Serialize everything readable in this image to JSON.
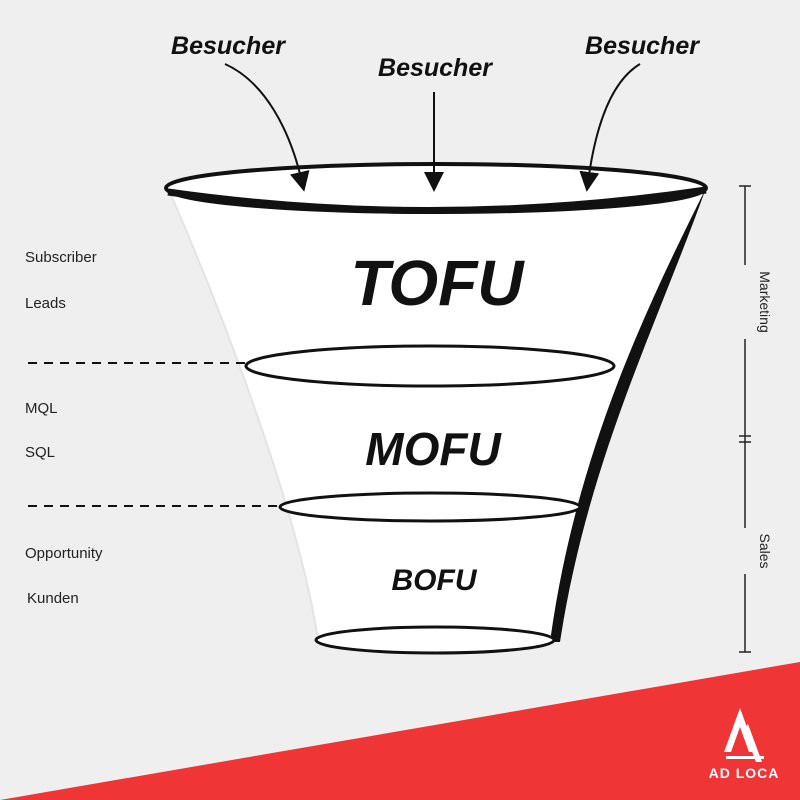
{
  "visitors": [
    "Besucher",
    "Besucher",
    "Besucher"
  ],
  "stages": {
    "tofu": "TOFU",
    "mofu": "MOFU",
    "bofu": "BOFU"
  },
  "left_labels": {
    "subscriber": "Subscriber",
    "leads": "Leads",
    "mql": "MQL",
    "sql": "SQL",
    "opportunity": "Opportunity",
    "kunden": "Kunden"
  },
  "right_labels": {
    "marketing": "Marketing",
    "sales": "Sales"
  },
  "brand": {
    "logo_text": "AD LOCA",
    "accent_color": "#ef3535"
  }
}
